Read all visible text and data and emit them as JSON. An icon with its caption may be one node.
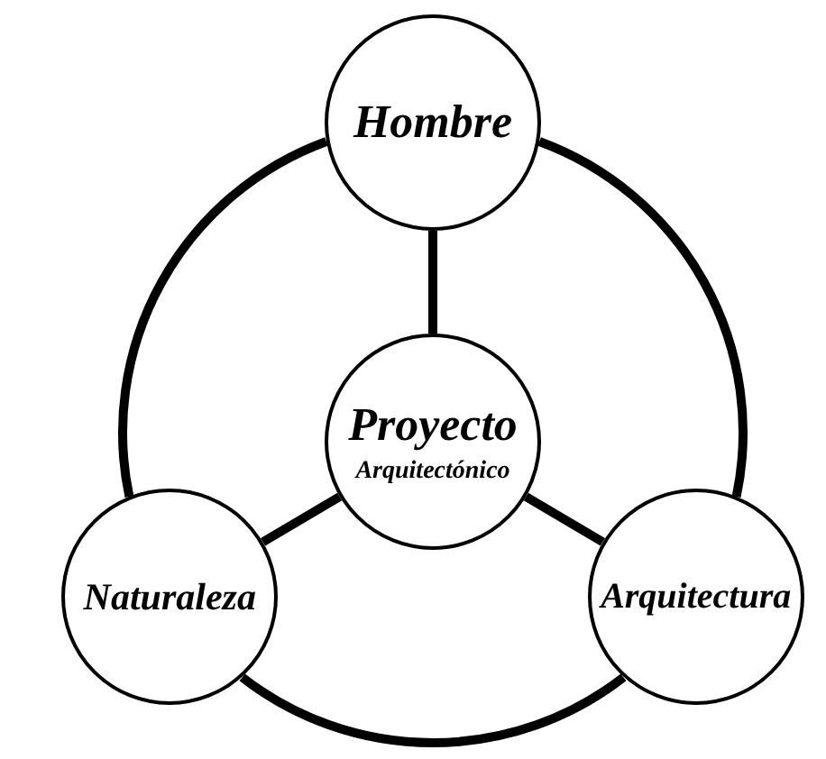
{
  "diagram": {
    "nodes": [
      {
        "text": [
          "Hombre"
        ]
      },
      {
        "text": [
          "Proyecto",
          "Arquitectónico"
        ]
      },
      {
        "text": [
          "Naturaleza"
        ]
      },
      {
        "text": [
          "Arquitectura"
        ]
      }
    ],
    "edges": [
      {
        "from": 0,
        "to": 1,
        "arrow": "none"
      },
      {
        "from": 2,
        "to": 1,
        "arrow": "none"
      },
      {
        "from": 3,
        "to": 1,
        "arrow": "none"
      },
      {
        "from": 0,
        "to": 3,
        "arrow": "none"
      },
      {
        "from": 3,
        "to": 2,
        "arrow": "none"
      },
      {
        "from": 2,
        "to": 0,
        "arrow": "none"
      }
    ]
  }
}
